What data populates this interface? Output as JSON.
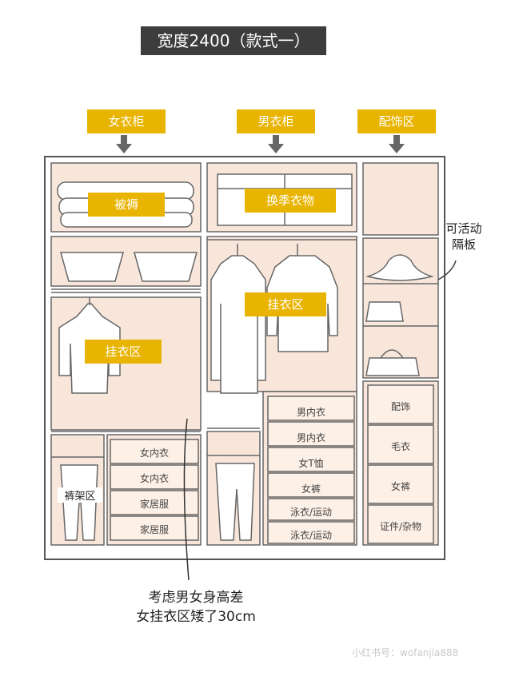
{
  "title": "宽度2400（款式一）",
  "sections": {
    "women": "女衣柜",
    "men": "男衣柜",
    "accessories": "配饰区"
  },
  "labels": {
    "quilt": "被褥",
    "seasonal": "换季衣物",
    "hang_women": "挂衣区",
    "hang_men": "挂衣区",
    "pants_rack": "裤架区"
  },
  "annotation_shelf": [
    "可活动",
    "隔板"
  ],
  "women_drawers": [
    "女内衣",
    "女内衣",
    "家居服",
    "家居服"
  ],
  "men_drawers": [
    "男内衣",
    "男内衣",
    "女T恤",
    "女裤",
    "泳衣/运动",
    "泳衣/运动"
  ],
  "accessory_drawers": [
    "配饰",
    "毛衣",
    "女裤",
    "证件/杂物"
  ],
  "note": [
    "考虑男女身高差",
    "女挂衣区矮了30cm"
  ],
  "watermark": "小红书号：wofanjia888",
  "colors": {
    "panel": "#f9e6da",
    "label": "#e8b400",
    "line": "#6b6b6b"
  }
}
